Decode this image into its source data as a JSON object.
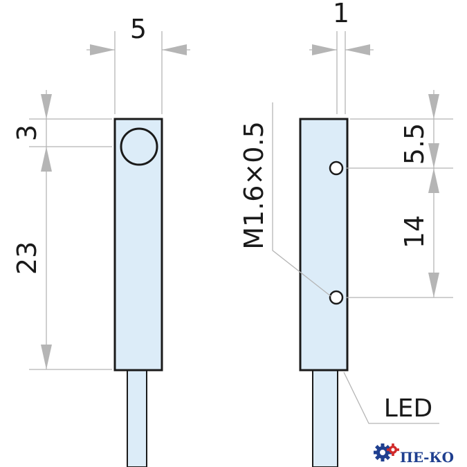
{
  "front_view": {
    "width_label": "5",
    "top_offset_label": "3",
    "hole_spacing_label": "23"
  },
  "side_view": {
    "thickness_label": "1",
    "top_offset_label": "5.5",
    "hole_spacing_label": "14",
    "thread_label": "M1.6×0.5",
    "led_label": "LED"
  },
  "logo": {
    "text": "ПЕ-КО"
  },
  "colors": {
    "body_fill": "#dcecf8",
    "outline": "#1a1a1a",
    "dimension_lines": "#b5b5b5",
    "logo_blue": "#1f3f8f",
    "logo_red": "#d12a2a"
  }
}
